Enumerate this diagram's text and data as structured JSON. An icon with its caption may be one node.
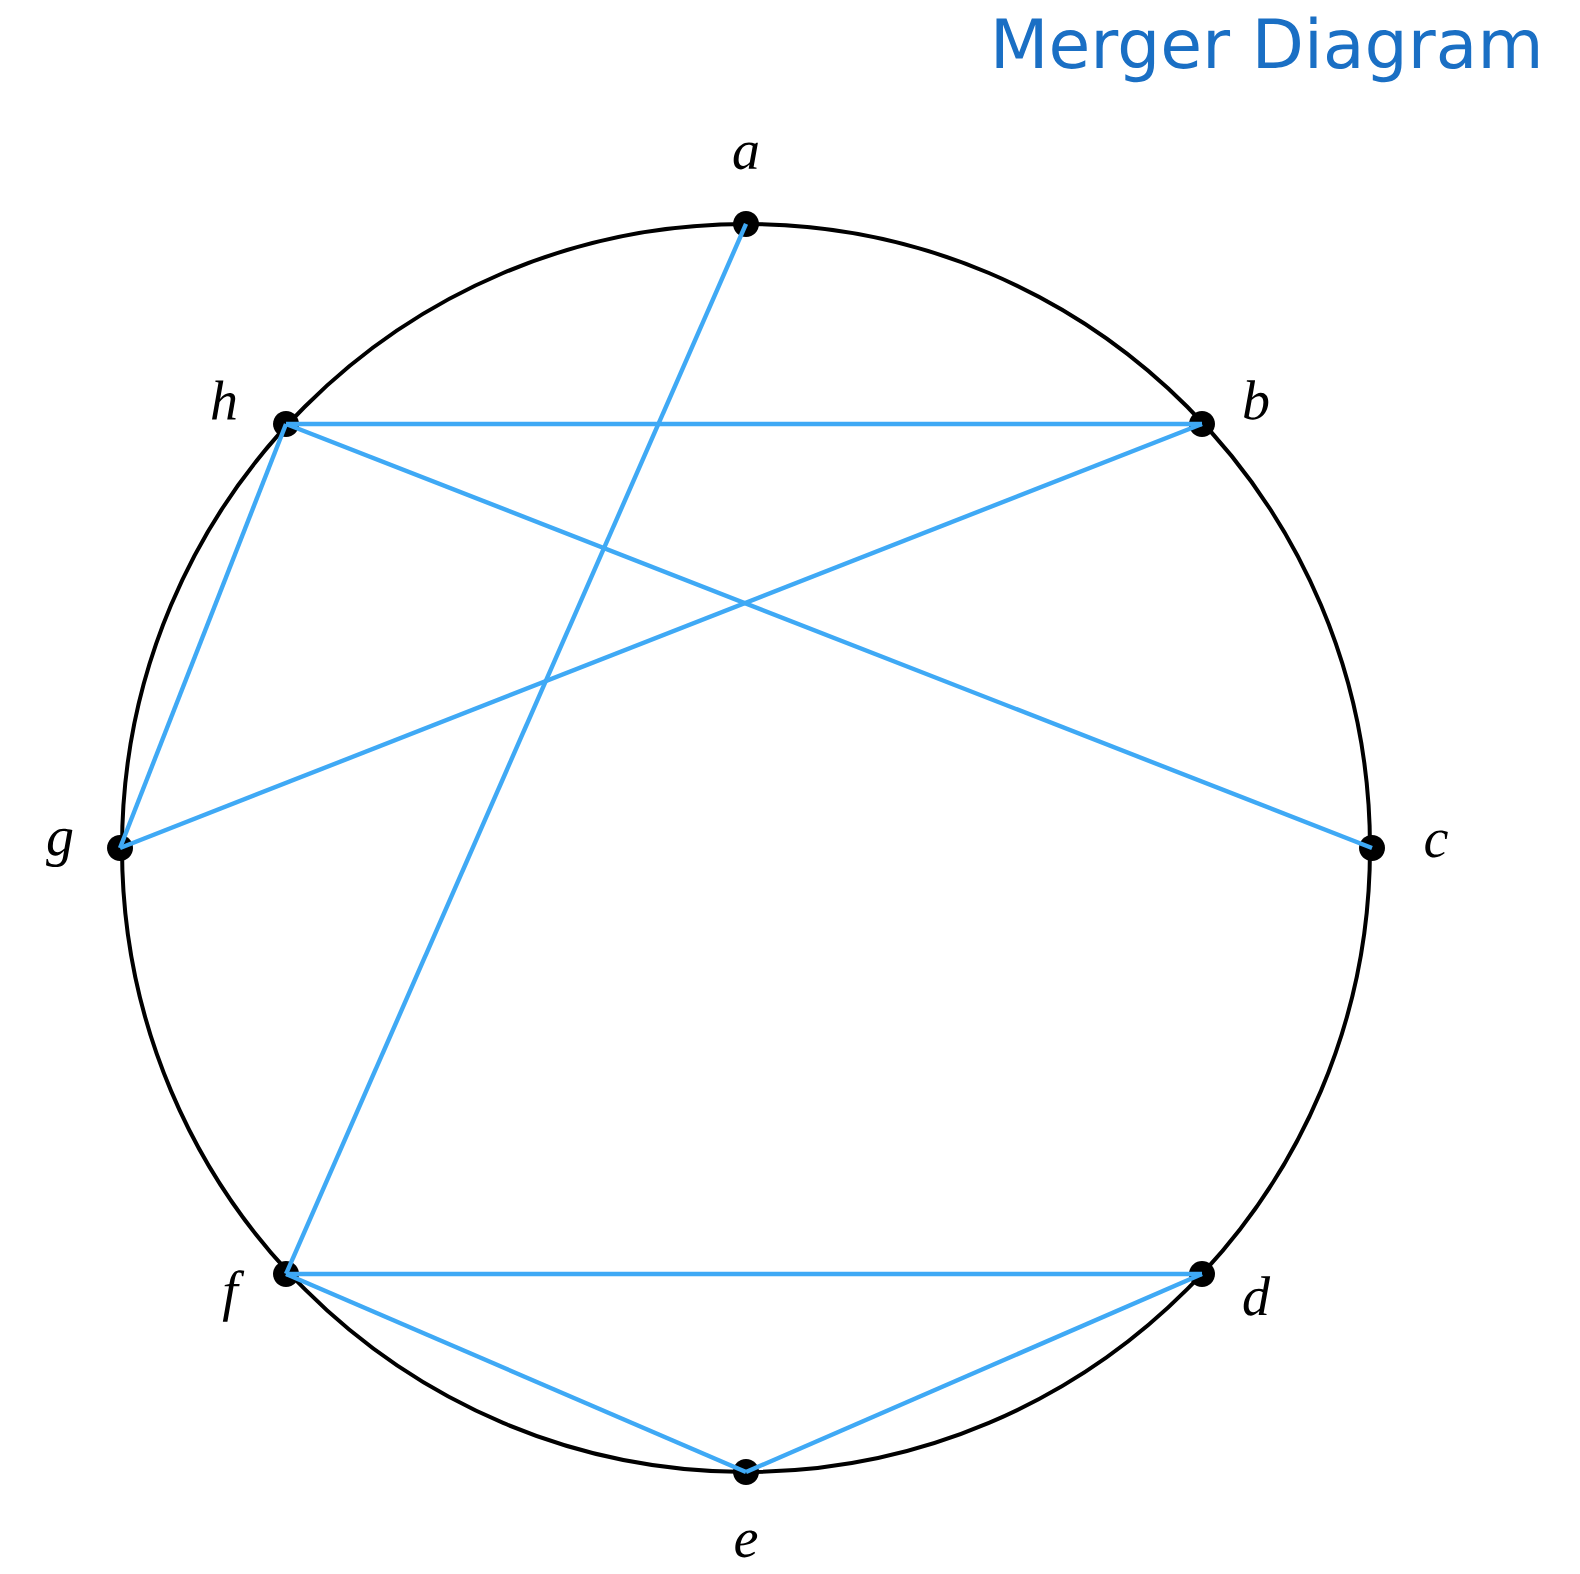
{
  "diagram": {
    "title": "Merger Diagram",
    "nodes": [
      {
        "text": [],
        "shape": "circle",
        "beside": [
          "a"
        ]
      },
      {
        "text": [],
        "shape": "circle",
        "beside": [
          "h"
        ]
      },
      {
        "text": [],
        "shape": "circle",
        "beside": [
          "b"
        ]
      },
      {
        "text": [],
        "shape": "circle",
        "beside": [
          "g"
        ]
      },
      {
        "text": [],
        "shape": "circle",
        "beside": [
          "c"
        ]
      },
      {
        "text": [],
        "shape": "circle",
        "beside": [
          "f"
        ]
      },
      {
        "text": [],
        "shape": "circle",
        "beside": [
          "d"
        ]
      },
      {
        "text": [],
        "shape": "circle",
        "beside": [
          "e"
        ]
      }
    ],
    "edges": [
      {
        "from": 0,
        "to": 5,
        "arrow": "none"
      },
      {
        "from": 1,
        "to": 2,
        "arrow": "none"
      },
      {
        "from": 1,
        "to": 4,
        "arrow": "none"
      },
      {
        "from": 1,
        "to": 3,
        "arrow": "none"
      },
      {
        "from": 3,
        "to": 2,
        "arrow": "none"
      },
      {
        "from": 5,
        "to": 6,
        "arrow": "none"
      },
      {
        "from": 5,
        "to": 7,
        "arrow": "none"
      },
      {
        "from": 7,
        "to": 6,
        "arrow": "none"
      }
    ]
  }
}
